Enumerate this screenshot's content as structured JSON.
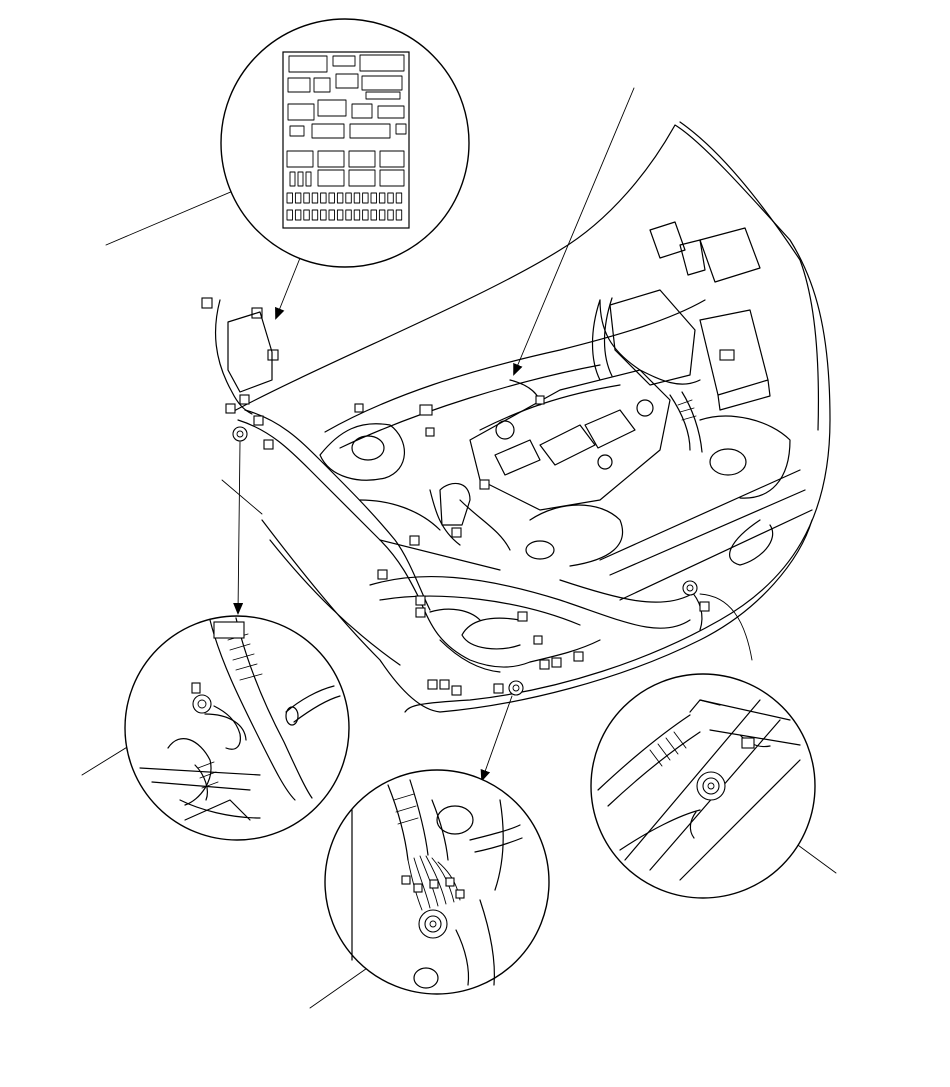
{
  "figure": {
    "type": "engine-compartment-wire-harness-illustration",
    "labels": [],
    "callouts": [
      {
        "name": "fuse-relay-box-detail",
        "shape": "circle"
      },
      {
        "name": "ground-left-detail",
        "shape": "circle"
      },
      {
        "name": "ground-center-detail",
        "shape": "circle"
      },
      {
        "name": "ground-right-detail",
        "shape": "circle"
      }
    ],
    "leader_lines": 4,
    "arrows": 6,
    "colors": {
      "line": "#000000",
      "background": "#ffffff"
    }
  }
}
